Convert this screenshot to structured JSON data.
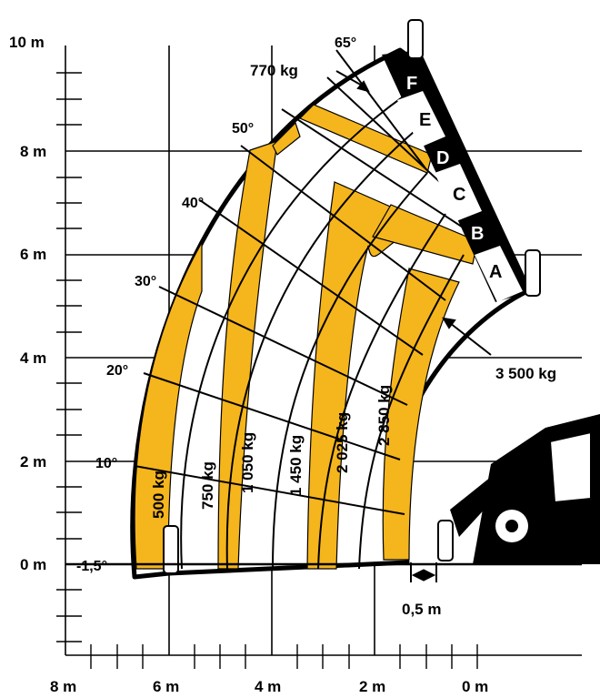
{
  "colors": {
    "band": "#f5b51c",
    "line": "#000000",
    "background": "#ffffff",
    "boom_white": "#ffffff"
  },
  "chart_data": {
    "type": "load_chart",
    "y_ticks": [
      {
        "label": "10 m",
        "value": 10
      },
      {
        "label": "8 m",
        "value": 8
      },
      {
        "label": "6 m",
        "value": 6
      },
      {
        "label": "4 m",
        "value": 4
      },
      {
        "label": "2 m",
        "value": 2
      },
      {
        "label": "0 m",
        "value": 0
      }
    ],
    "x_ticks": [
      {
        "label": "8 m",
        "value": 8
      },
      {
        "label": "6 m",
        "value": 6
      },
      {
        "label": "4 m",
        "value": 4
      },
      {
        "label": "2 m",
        "value": 2
      },
      {
        "label": "0 m",
        "value": 0
      }
    ],
    "angles": [
      "65°",
      "50°",
      "40°",
      "30°",
      "20°",
      "10°",
      "-1,5°"
    ],
    "loads": [
      "500 kg",
      "750 kg",
      "1 050 kg",
      "1 450 kg",
      "2 025 kg",
      "2 850 kg",
      "3 500 kg",
      "770 kg"
    ],
    "extensions": [
      "A",
      "B",
      "C",
      "D",
      "E",
      "F"
    ],
    "offset_label": "0,5 m"
  }
}
